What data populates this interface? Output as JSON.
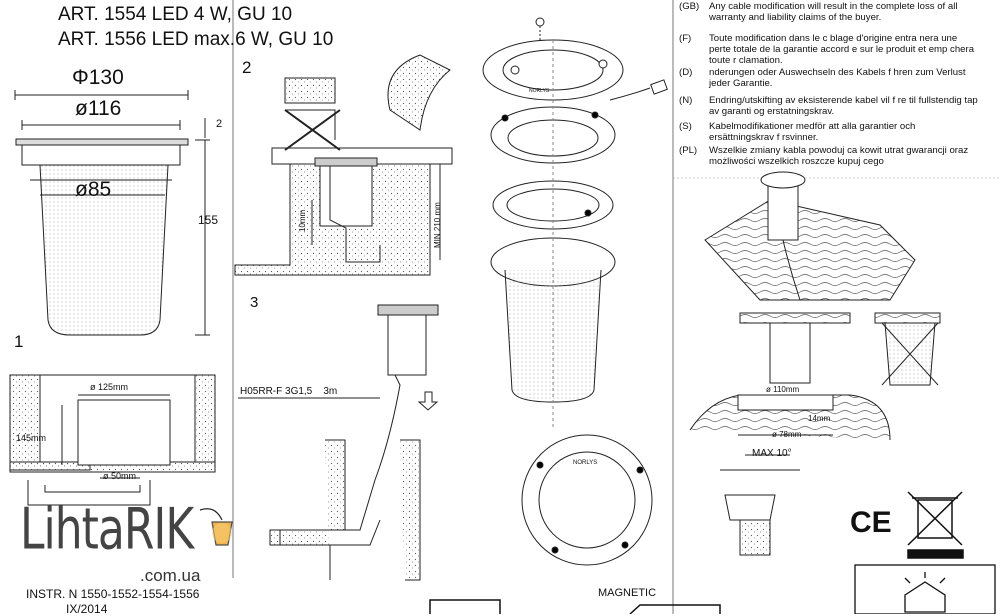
{
  "title": {
    "line1": "ART. 1554 LED 4 W, GU 10",
    "line2": "ART. 1556 LED max.6 W, GU 10"
  },
  "steps": {
    "s1": "1",
    "s2": "2",
    "s3": "3"
  },
  "dimensions": {
    "outer_diameter": "Φ130",
    "ring_diameter": "ø116",
    "body_diameter": "ø85",
    "flange": "2",
    "height": "155",
    "hole_diameter": "ø 125mm",
    "hole_depth": "145mm",
    "pipe_diameter": "ø 50mm",
    "pipe_height": "10mm",
    "min_depth": "MIN 210 mm",
    "wood_hole": "ø 110mm",
    "wood_depth": "14mm",
    "wood_inner": "ø 78mm",
    "tilt": "MAX 10°"
  },
  "cable": {
    "type": "H05RR-F  3G1,5",
    "length": "3m"
  },
  "warnings": [
    {
      "code": "(GB)",
      "text": "Any cable modification will result in the complete loss of all warranty and liability claims of the buyer."
    },
    {
      "code": "(F)",
      "text": "Toute modification dans le c  blage d'origine entra nera une perte totale de la garantie accord  e sur le produit et emp  chera toute r  clamation."
    },
    {
      "code": "(D)",
      "text": "  nderungen oder Auswechseln des Kabels f  hren zum Verlust jeder Garantie."
    },
    {
      "code": "(N)",
      "text": "Endring/utskifting av eksisterende kabel vil f  re til fullstendig tap av garanti og erstatningskrav."
    },
    {
      "code": "(S)",
      "text": "Kabelmodifikationer medför att alla garantier och ersättningskrav f  rsvinner."
    },
    {
      "code": "(PL)",
      "text": "Wszelkie zmiany kabla powoduj   ca kowit   utrat   gwarancji oraz  możliwości wszelkich roszcze   kupuj  cego"
    }
  ],
  "brand": {
    "ring_text": "NORLYS"
  },
  "marks": {
    "ce": "CE"
  },
  "footer": {
    "instr": "INSTR. N  1550-1552-1554-1556",
    "date": "IX/2014",
    "magnetic": "MAGNETIC"
  },
  "watermark": {
    "logo": "LihtaRIK",
    "domain": ".com.ua"
  },
  "colors": {
    "line": "#222222",
    "fill_gray": "#cfcfcf",
    "lamp_accent": "#f0a020"
  }
}
